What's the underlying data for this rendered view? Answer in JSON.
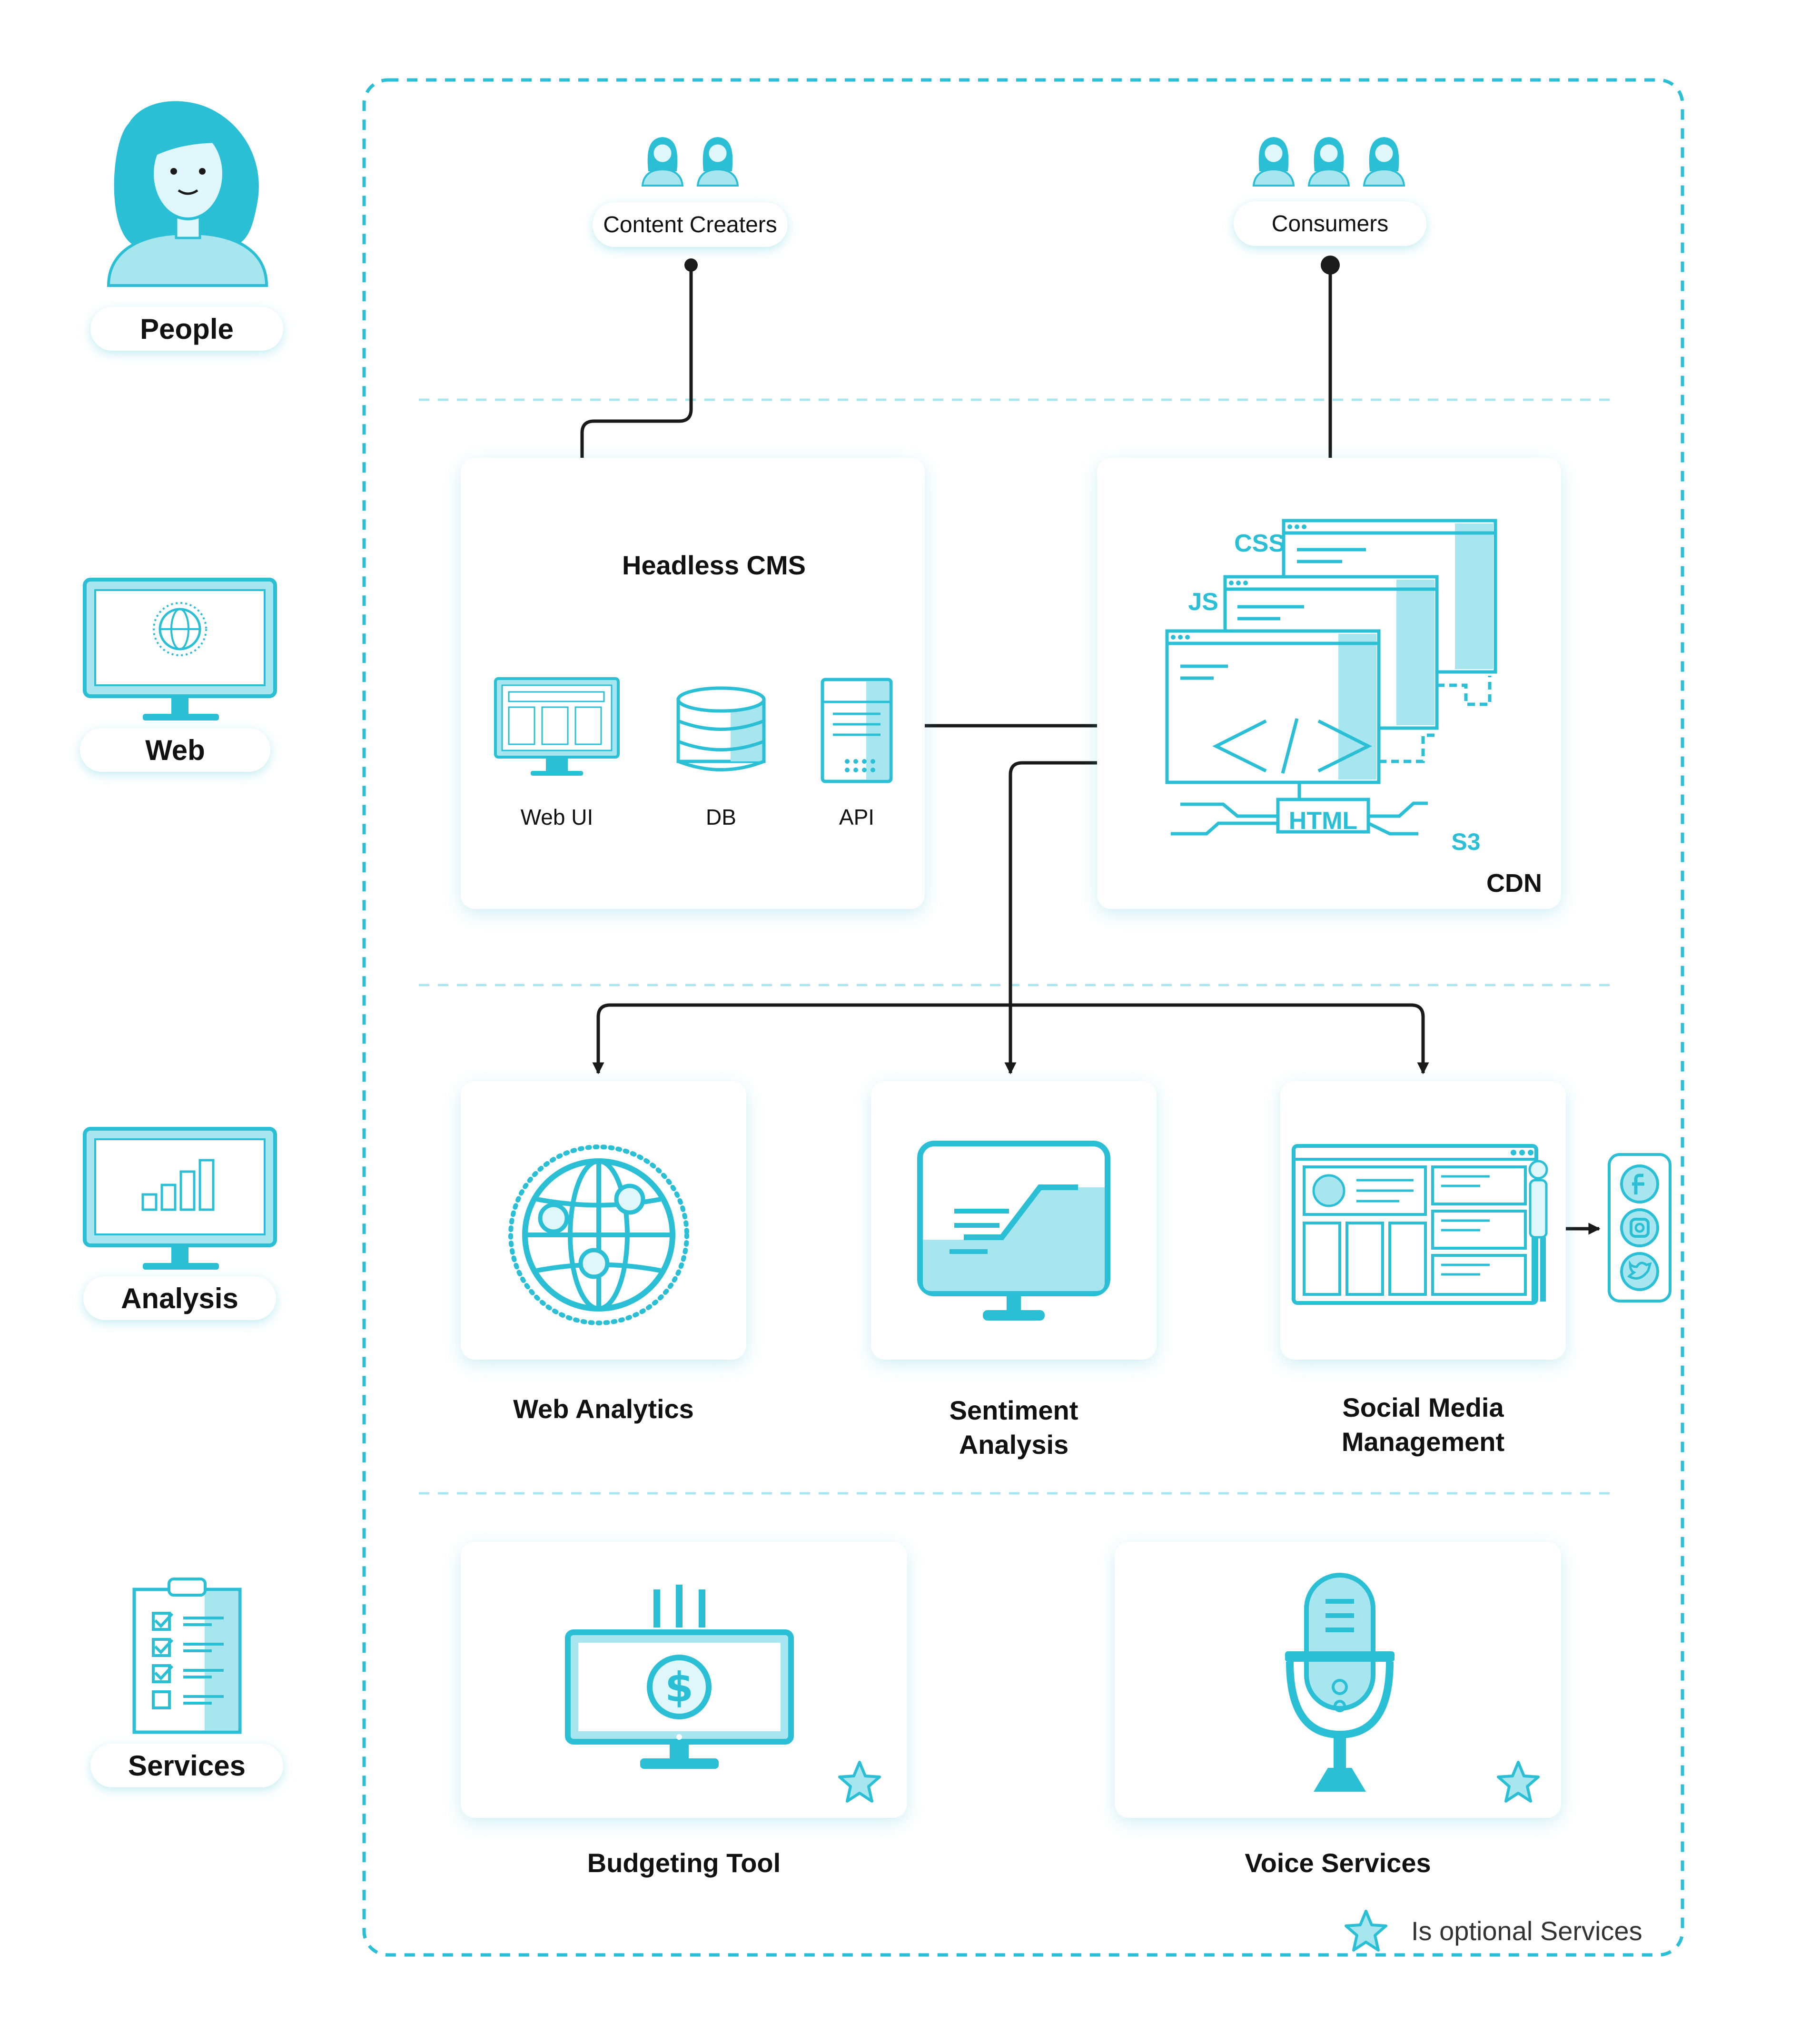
{
  "sidebar": {
    "items": [
      {
        "label": "People",
        "icon": "person-icon"
      },
      {
        "label": "Web",
        "icon": "monitor-globe-icon"
      },
      {
        "label": "Analysis",
        "icon": "monitor-chart-icon"
      },
      {
        "label": "Services",
        "icon": "clipboard-checklist-icon"
      }
    ]
  },
  "actors": {
    "content_creators": "Content Creaters",
    "consumers": "Consumers"
  },
  "web_layer": {
    "cms": {
      "title": "Headless CMS",
      "web_ui": "Web UI",
      "db": "DB",
      "api": "API"
    },
    "cdn": {
      "title": "CDN",
      "css": "CSS",
      "js": "JS",
      "html": "HTML",
      "s3": "S3"
    }
  },
  "analysis_layer": {
    "web_analytics": "Web Analytics",
    "sentiment_line1": "Sentiment",
    "sentiment_line2": "Analysis",
    "social_line1": "Social Media",
    "social_line2": "Management"
  },
  "services_layer": {
    "budgeting": "Budgeting Tool",
    "voice": "Voice Services"
  },
  "legend": {
    "text": "Is optional Services",
    "icon": "star-icon"
  },
  "colors": {
    "accent": "#2bbfd6",
    "accent_light": "#a8e6ef",
    "connector": "#1a1a1a"
  }
}
